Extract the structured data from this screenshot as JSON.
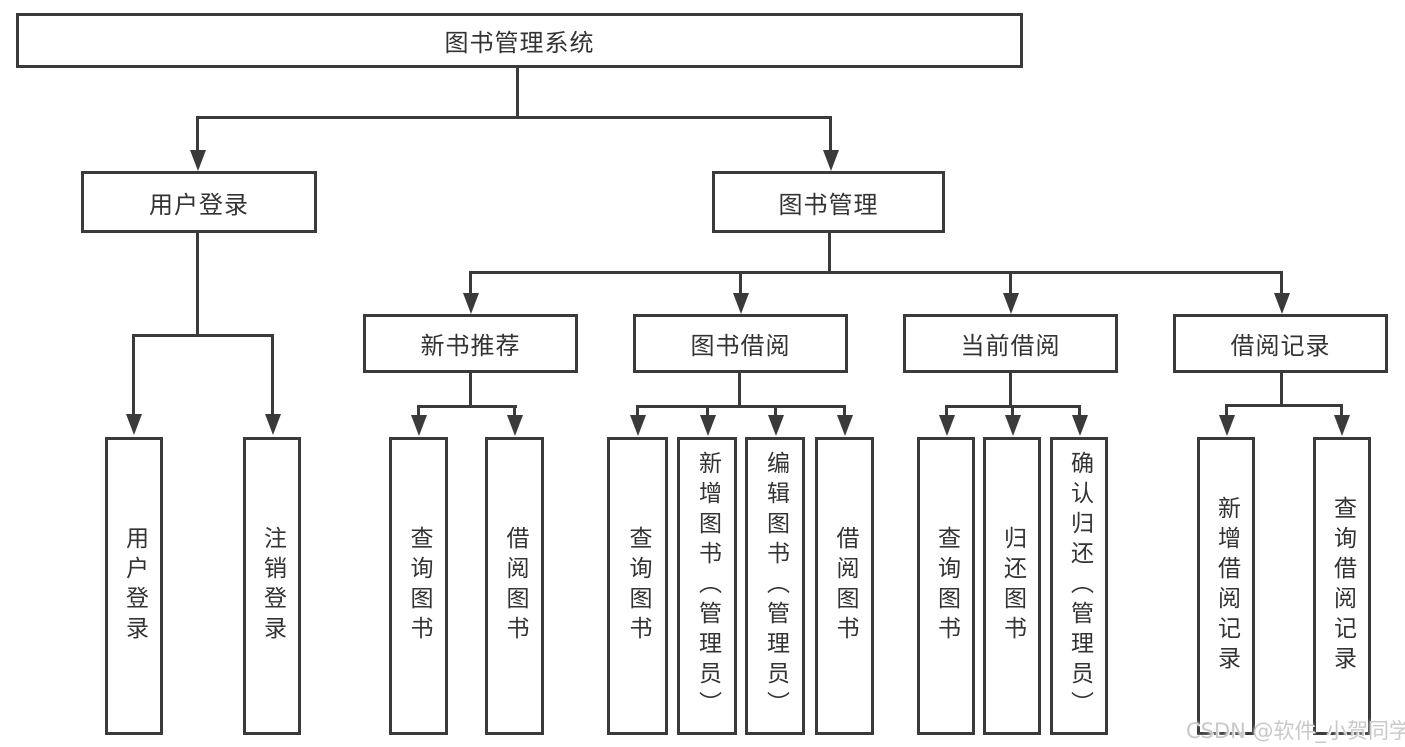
{
  "diagram_type": "hierarchy-tree",
  "nodes": {
    "root": {
      "label": "图书管理系统"
    },
    "userLogin": {
      "label": "用户登录",
      "children": {
        "login": {
          "label": "用户登录"
        },
        "logout": {
          "label": "注销登录"
        }
      }
    },
    "bookMgmt": {
      "label": "图书管理",
      "children": {
        "newBookRec": {
          "label": "新书推荐",
          "children": {
            "queryBooks": {
              "label": "查询图书"
            },
            "borrowBooks": {
              "label": "借阅图书"
            }
          }
        },
        "bookBorrow": {
          "label": "图书借阅",
          "children": {
            "queryBooks": {
              "label": "查询图书"
            },
            "addBooks": {
              "label": "新增图书（管理员）"
            },
            "editBooks": {
              "label": "编辑图书（管理员）"
            },
            "borrowBooks": {
              "label": "借阅图书"
            }
          }
        },
        "currentBorrow": {
          "label": "当前借阅",
          "children": {
            "queryBooks": {
              "label": "查询图书"
            },
            "returnBooks": {
              "label": "归还图书"
            },
            "confirmReturn": {
              "label": "确认归还（管理员）"
            }
          }
        },
        "borrowRecords": {
          "label": "借阅记录",
          "children": {
            "addRecord": {
              "label": "新增借阅记录"
            },
            "queryRecord": {
              "label": "查询借阅记录"
            }
          }
        }
      }
    }
  },
  "watermark": {
    "text": "CSDN @软件_小贺同学"
  },
  "colors": {
    "line": "#3a3a3a",
    "text": "#333333",
    "background": "#ffffff",
    "watermark": "#c9c9c9"
  }
}
